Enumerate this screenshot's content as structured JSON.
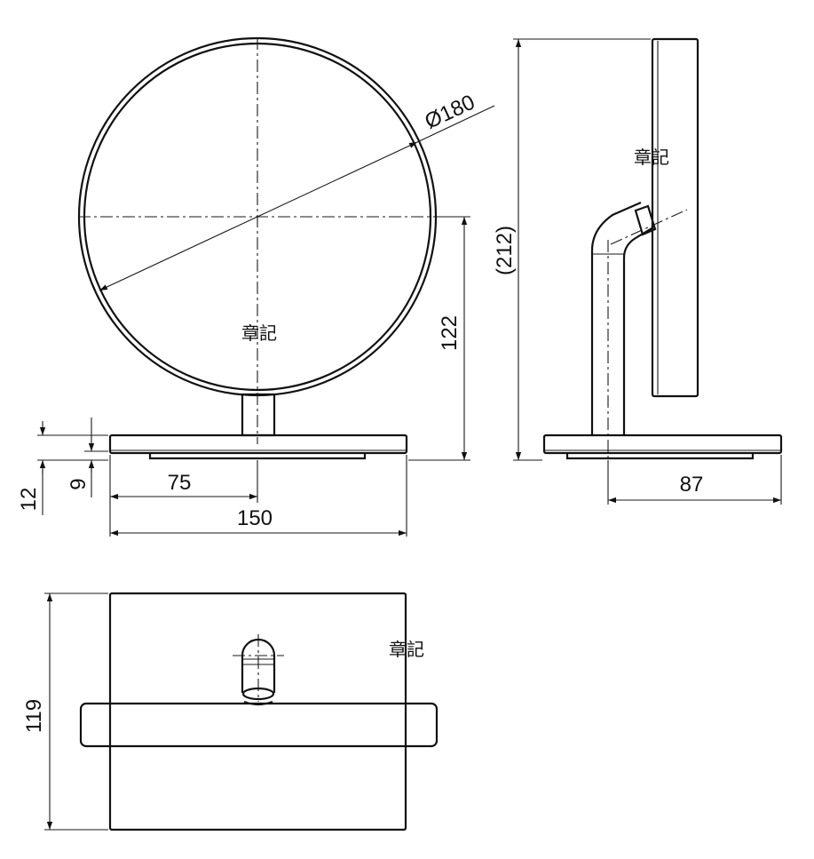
{
  "front_view": {
    "diameter_label": "Ø180",
    "height_label": "122",
    "half_width_label": "75",
    "width_label": "150",
    "base_height_label": "12",
    "base_plate_label": "9",
    "marking": "章記"
  },
  "side_view": {
    "total_height_label": "(212)",
    "depth_label": "87",
    "marking": "章記"
  },
  "top_view": {
    "depth_label": "119",
    "marking": "章記"
  }
}
